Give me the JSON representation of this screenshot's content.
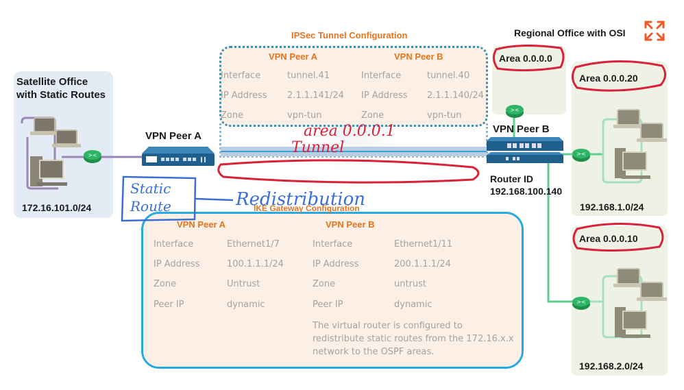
{
  "satellite": {
    "title_line1": "Satellite Office",
    "title_line2": "with Static Routes",
    "subnet": "172.16.101.0/24"
  },
  "peer_a": {
    "label": "VPN Peer A"
  },
  "peer_b": {
    "label": "VPN Peer B",
    "router_id_label": "Router ID",
    "router_id_value": "192.168.100.140"
  },
  "regional": {
    "title": "Regional Office with OSI",
    "expand_icon": "expand-arrows-icon",
    "area0": "Area 0.0.0.0",
    "area20": "Area 0.0.0.20",
    "area20_subnet": "192.168.1.0/24",
    "area10": "Area 0.0.0.10",
    "area10_subnet": "192.168.2.0/24"
  },
  "ipsec": {
    "title": "IPSec Tunnel Configuration",
    "peer_a_header": "VPN Peer A",
    "peer_b_header": "VPN Peer B",
    "rows": [
      {
        "a_key": "Interface",
        "a_val": "tunnel.41",
        "b_key": "Interface",
        "b_val": "tunnel.40"
      },
      {
        "a_key": "IP Address",
        "a_val": "2.1.1.141/24",
        "b_key": "IP Address",
        "b_val": "2.1.1.140/24"
      },
      {
        "a_key": "Zone",
        "a_val": "vpn-tun",
        "b_key": "Zone",
        "b_val": "vpn-tun"
      }
    ]
  },
  "ike": {
    "title": "IKE Gateway Configuration",
    "peer_a_header": "VPN Peer A",
    "peer_b_header": "VPN Peer B",
    "rows": [
      {
        "a_key": "Interface",
        "a_val": "Ethernet1/7",
        "b_key": "Interface",
        "b_val": "Ethernet1/11"
      },
      {
        "a_key": "IP Address",
        "a_val": "100.1.1.1/24",
        "b_key": "IP Address",
        "b_val": "200.1.1.1/24"
      },
      {
        "a_key": "Zone",
        "a_val": "Untrust",
        "b_key": "Zone",
        "b_val": "untrust"
      },
      {
        "a_key": "Peer IP",
        "a_val": "dynamic",
        "b_key": "Peer IP",
        "b_val": "dynamic"
      }
    ],
    "note_line1": "The virtual router is configured to",
    "note_line2": "redistribute static routes from the 172.16.x.x",
    "note_line3": "network to the OSPF areas."
  },
  "annotations": {
    "area_tunnel_line1": "area 0.0.0.1",
    "area_tunnel_line2": "Tunnel",
    "static_route_line1": "Static",
    "static_route_line2": "Route",
    "redistribution": "Redistribution"
  },
  "colors": {
    "orange": "#e8731e",
    "annotation_red": "#d8223a",
    "annotation_blue": "#3a6fd8",
    "ike_border": "#27a9e1",
    "ospf_green": "#5fcf8f"
  }
}
